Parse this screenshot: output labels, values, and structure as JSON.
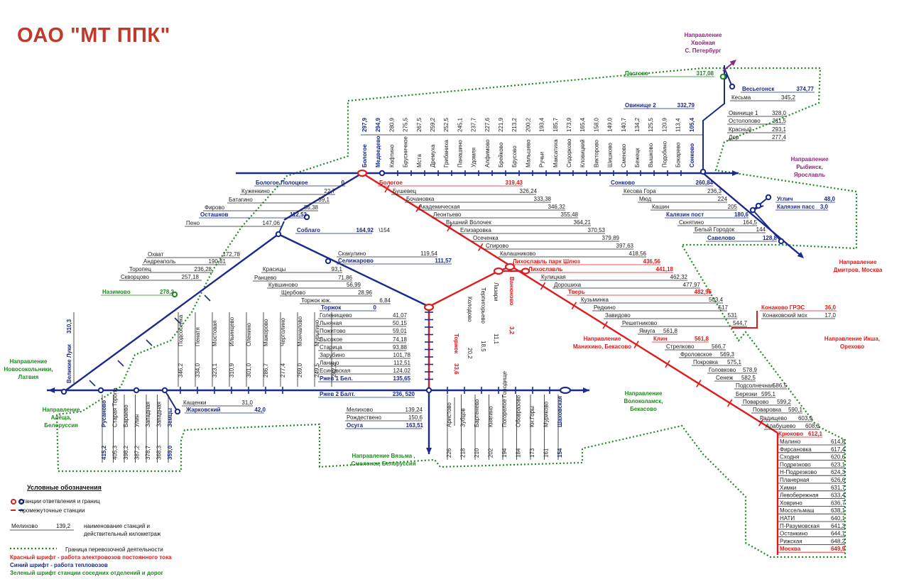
{
  "brand": "ОАО \"МТ ППК\"",
  "colors": {
    "blue": "#1a2a8a",
    "red": "#e01b1b",
    "green": "#1f8a1f",
    "purple": "#8b2a7a",
    "dark": "#222222"
  },
  "icons": {
    "station-node": "circle-icon",
    "junction": "red-ring-icon"
  },
  "directions": [
    {
      "id": "khvoynaya",
      "lines": [
        "Направление",
        "Хвойная",
        "С. Петербург"
      ]
    },
    {
      "id": "rybinsk",
      "lines": [
        "Направление",
        "Рыбинск,",
        "Ярославль"
      ]
    },
    {
      "id": "dmitrov",
      "lines": [
        "Направление",
        "Дмитров, Москва"
      ]
    },
    {
      "id": "iksha",
      "lines": [
        "Направление Икша,",
        "Орехово"
      ]
    },
    {
      "id": "manikhino",
      "lines": [
        "Направление",
        "Манихино, Бекасово"
      ]
    },
    {
      "id": "volokolamsk",
      "lines": [
        "Направление",
        "Волоколамск,",
        "Бекасово"
      ]
    },
    {
      "id": "vyazma",
      "lines": [
        "Направление Вязьма ,",
        "Смоленск, Белоруссия"
      ]
    },
    {
      "id": "novosokolniki",
      "lines": [
        "Направление",
        "Новосокольники,",
        "Латвия"
      ]
    },
    {
      "id": "alesha",
      "lines": [
        "Направление",
        "Алёща,",
        "Белоруссия"
      ]
    }
  ],
  "stations": [
    {
      "id": "pestovo",
      "name": "Пестово",
      "km": "317,08",
      "color": "green"
    },
    {
      "id": "vesegonsk",
      "name": "Весьегонск",
      "km": "374,77",
      "color": "blue"
    },
    {
      "id": "kesma",
      "name": "Кесьма",
      "km": "345,2",
      "color": "dark"
    },
    {
      "id": "ovinishche2",
      "name": "Овинище 2",
      "km": "332,79",
      "color": "blue"
    },
    {
      "id": "ovinishche1",
      "name": "Овинище 1",
      "km": "328,0",
      "color": "dark"
    },
    {
      "id": "ostolopovo",
      "name": "Остолопово",
      "km": "311,5",
      "color": "dark"
    },
    {
      "id": "krasny",
      "name": "Красный",
      "km": "293,1",
      "color": "dark"
    },
    {
      "id": "dor",
      "name": "Дор",
      "km": "277,4",
      "color": "dark"
    },
    {
      "id": "bologoe-polotskoe",
      "name": "Бологое Полоцкое",
      "km": "0",
      "color": "blue"
    },
    {
      "id": "kuzhenkino",
      "name": "Куженкино",
      "km": "22,7",
      "color": "dark"
    },
    {
      "id": "bataevo",
      "name": "Батагино",
      "km": "39,1",
      "color": "dark"
    },
    {
      "id": "firovo",
      "name": "Фирово",
      "km": "56,38",
      "color": "dark"
    },
    {
      "id": "ostashkov",
      "name": "Осташков",
      "km": "112,53",
      "color": "blue"
    },
    {
      "id": "peno",
      "name": "Пено",
      "km": "147,06",
      "color": "dark"
    },
    {
      "id": "soblago",
      "name": "Соблаго",
      "km": "164,92",
      "color": "blue"
    },
    {
      "id": "km154",
      "name": "",
      "km": "\\154",
      "color": "dark"
    },
    {
      "id": "okhvat",
      "name": "Охват",
      "km": "172,78",
      "color": "dark"
    },
    {
      "id": "andreapol",
      "name": "Андреаполь",
      "km": "190,61",
      "color": "dark"
    },
    {
      "id": "toropets",
      "name": "Торопец",
      "km": "236,28",
      "color": "dark"
    },
    {
      "id": "skvortsovo",
      "name": "Скворцово",
      "km": "257,18",
      "color": "dark"
    },
    {
      "id": "nazimovo",
      "name": "Назимово",
      "km": "278,2",
      "color": "green"
    },
    {
      "id": "skakulino",
      "name": "Скакулино",
      "km": "119,54",
      "color": "dark"
    },
    {
      "id": "selizharovo",
      "name": "Селижарово",
      "km": "111,57",
      "color": "blue"
    },
    {
      "id": "krasitsy",
      "name": "Красицы",
      "km": "93,1",
      "color": "dark"
    },
    {
      "id": "rantsevo",
      "name": "Ранцево",
      "km": "71,86",
      "color": "dark"
    },
    {
      "id": "kuvshinovo",
      "name": "Кувшиново",
      "km": "56,99",
      "color": "dark"
    },
    {
      "id": "shcherbovo",
      "name": "Щербово",
      "km": "28,96",
      "color": "dark"
    },
    {
      "id": "torzhok-yuzh",
      "name": "Торжок юж.",
      "km": "6,84",
      "color": "dark"
    },
    {
      "id": "torzhok",
      "name": "Торжок",
      "km": "0",
      "color": "blue"
    },
    {
      "id": "golenishchevo",
      "name": "Голенищево",
      "km": "41,07",
      "color": "dark"
    },
    {
      "id": "lyanaya",
      "name": "Льняная",
      "km": "50,15",
      "color": "dark"
    },
    {
      "id": "pozhitovo",
      "name": "Пожитово",
      "km": "59,01",
      "color": "dark"
    },
    {
      "id": "vysokoe",
      "name": "Высокое",
      "km": "74,18",
      "color": "dark"
    },
    {
      "id": "staritsa",
      "name": "Старица",
      "km": "93,88",
      "color": "dark"
    },
    {
      "id": "zarubino",
      "name": "Зарубино",
      "km": "101,78",
      "color": "dark"
    },
    {
      "id": "lanino",
      "name": "Ланино",
      "km": "112,51",
      "color": "dark"
    },
    {
      "id": "esinovskaya",
      "name": "Есиновская",
      "km": "124,02",
      "color": "dark"
    },
    {
      "id": "rzhev1",
      "name": "Ржев 1 Бел.",
      "km": "135,65",
      "color": "blue"
    },
    {
      "id": "rzhev2",
      "name": "Ржев 2 Балт.",
      "km": "236, 520",
      "color": "blue"
    },
    {
      "id": "meshkovo",
      "name": "Мелихово",
      "km": "139,24",
      "color": "dark"
    },
    {
      "id": "rozhdestveno",
      "name": "Рождествено",
      "km": "150,6",
      "color": "dark"
    },
    {
      "id": "osuga",
      "name": "Осуга",
      "km": "163,51",
      "color": "blue"
    },
    {
      "id": "kashchenki",
      "name": "Кащенки",
      "km": "31,0",
      "color": "dark"
    },
    {
      "id": "zharkovsky",
      "name": "Жарковский",
      "km": "42,0",
      "color": "blue"
    },
    {
      "id": "bologoe",
      "name": "Бологое",
      "km": "319,43",
      "color": "red"
    },
    {
      "id": "bushevets",
      "name": "Бушевец",
      "km": "326,24",
      "color": "dark"
    },
    {
      "id": "bochanovka",
      "name": "Бочановка",
      "km": "333,38",
      "color": "dark"
    },
    {
      "id": "akademicheskaya",
      "name": "Академическая",
      "km": "346,32",
      "color": "dark"
    },
    {
      "id": "leontyevo",
      "name": "Леонтьево",
      "km": "355,48",
      "color": "dark"
    },
    {
      "id": "vvolochek",
      "name": "Вышний Волочек",
      "km": "364,21",
      "color": "dark"
    },
    {
      "id": "elizarovka",
      "name": "Елизаровка",
      "km": "370,53",
      "color": "dark"
    },
    {
      "id": "osechenka",
      "name": "Осеченка",
      "km": "379,89",
      "color": "dark"
    },
    {
      "id": "spirovo",
      "name": "Спирово",
      "km": "397,63",
      "color": "dark"
    },
    {
      "id": "kalashnikovo",
      "name": "Калашниково",
      "km": "418,56",
      "color": "dark"
    },
    {
      "id": "likh-shluz",
      "name": "Лихославль парк Шлюз",
      "km": "436,56",
      "color": "red"
    },
    {
      "id": "likhoslavl",
      "name": "Лихославль",
      "km": "441,18",
      "color": "red"
    },
    {
      "id": "kulitskaya",
      "name": "Кулицкая",
      "km": "462,32",
      "color": "dark"
    },
    {
      "id": "doroshikha",
      "name": "Дорошиха",
      "km": "477,97",
      "color": "dark"
    },
    {
      "id": "tver",
      "name": "Тверь",
      "km": "482,95",
      "color": "red"
    },
    {
      "id": "kuzminka",
      "name": "Кузьминка",
      "km": "503,4",
      "color": "dark"
    },
    {
      "id": "redkino",
      "name": "Редкино",
      "km": "517",
      "color": "dark"
    },
    {
      "id": "zavidovo",
      "name": "Завидово",
      "km": "531",
      "color": "dark"
    },
    {
      "id": "reshetnikovo",
      "name": "Решетниково",
      "km": "544,7",
      "color": "dark"
    },
    {
      "id": "yamuga",
      "name": "Ямуга",
      "km": "561,8",
      "color": "dark"
    },
    {
      "id": "klin",
      "name": "Клин",
      "km": "561,8",
      "color": "red"
    },
    {
      "id": "strelkovo",
      "name": "Стрелково",
      "km": "566,7",
      "color": "dark"
    },
    {
      "id": "frolovskoe",
      "name": "Фроловское",
      "km": "569,3",
      "color": "dark"
    },
    {
      "id": "pokrovka",
      "name": "Покровка",
      "km": "575,1",
      "color": "dark"
    },
    {
      "id": "golovkovo",
      "name": "Головково",
      "km": "578,9",
      "color": "dark"
    },
    {
      "id": "senezh",
      "name": "Сенеж",
      "km": "582,5",
      "color": "dark"
    },
    {
      "id": "podsolnechnaya",
      "name": "Подсолнечная",
      "km": "586,5",
      "color": "dark"
    },
    {
      "id": "berezki",
      "name": "Березки",
      "km": "595,1",
      "color": "dark"
    },
    {
      "id": "povarovo2",
      "name": "Поварово",
      "km": "599,2",
      "color": "dark"
    },
    {
      "id": "povarovka",
      "name": "Поваровка",
      "km": "590,1",
      "color": "dark"
    },
    {
      "id": "radishchevo",
      "name": "Радищево",
      "km": "603,9",
      "color": "dark"
    },
    {
      "id": "alabushevo",
      "name": "Алабушево",
      "km": "608,3",
      "color": "dark"
    },
    {
      "id": "kryukovo",
      "name": "Крюково",
      "km": "612,1",
      "color": "red"
    },
    {
      "id": "konakovo-gres",
      "name": "Конаково ГРЭС",
      "km": "36,0",
      "color": "red"
    },
    {
      "id": "konakovo-mokh",
      "name": "Конаковский мох",
      "km": "17,0",
      "color": "dark"
    },
    {
      "id": "sonkovo",
      "name": "Сонково",
      "km": "260,84",
      "color": "blue"
    },
    {
      "id": "kesova-gora",
      "name": "Кесова Гора",
      "km": "236,3",
      "color": "dark"
    },
    {
      "id": "myud",
      "name": "Мюд",
      "km": "224",
      "color": "dark"
    },
    {
      "id": "kashin",
      "name": "Кашин",
      "km": "205",
      "color": "dark"
    },
    {
      "id": "kalyazin-post",
      "name": "Калязин пост",
      "km": "180,6",
      "color": "blue"
    },
    {
      "id": "sknyatino",
      "name": "Скнятино",
      "km": "164,5",
      "color": "dark"
    },
    {
      "id": "bely-gorodok",
      "name": "Белый Городок",
      "km": "144",
      "color": "dark"
    },
    {
      "id": "savelovo",
      "name": "Савелово",
      "km": "128,8",
      "color": "blue"
    },
    {
      "id": "uglich",
      "name": "Углич",
      "km": "48,0",
      "color": "blue"
    },
    {
      "id": "kalyazin-pass",
      "name": "Калязин пасс",
      "km": "3,0",
      "color": "blue"
    }
  ],
  "moscow_stations": [
    {
      "name": "Малино",
      "km": "614,8",
      "color": "dark"
    },
    {
      "name": "Фирсановка",
      "km": "617,4",
      "color": "dark"
    },
    {
      "name": "Сходня",
      "km": "620,6",
      "color": "dark"
    },
    {
      "name": "Подрезково",
      "km": "623,1",
      "color": "dark"
    },
    {
      "name": "Н-Подрезково",
      "km": "624,3",
      "color": "dark"
    },
    {
      "name": "Планерная",
      "km": "626,6",
      "color": "dark"
    },
    {
      "name": "Химки",
      "km": "631,7",
      "color": "dark"
    },
    {
      "name": "Левобережная",
      "km": "633,4",
      "color": "dark"
    },
    {
      "name": "Ховрино",
      "km": "636,7",
      "color": "dark"
    },
    {
      "name": "Моссельмаш",
      "km": "638,1",
      "color": "dark"
    },
    {
      "name": "НАТИ",
      "km": "640,1",
      "color": "dark"
    },
    {
      "name": "П-Разумовская",
      "km": "641,3",
      "color": "dark"
    },
    {
      "name": "Останкино",
      "km": "644,1",
      "color": "dark"
    },
    {
      "name": "Рижская",
      "km": "648,2",
      "color": "dark"
    },
    {
      "name": "Москва",
      "km": "649,9",
      "color": "red"
    }
  ],
  "vertical_north": [
    {
      "name": "Бологое",
      "km": "297,9",
      "color": "blue"
    },
    {
      "name": "Медведево",
      "km": "294,9",
      "color": "blue"
    },
    {
      "name": "Кафтино",
      "km": "280,9",
      "color": "dark"
    },
    {
      "name": "Брусничное",
      "km": "275,5",
      "color": "dark"
    },
    {
      "name": "Мста",
      "km": "267,5",
      "color": "dark"
    },
    {
      "name": "Дремуха",
      "km": "259,2",
      "color": "dark"
    },
    {
      "name": "Грибаниха",
      "km": "252,5",
      "color": "dark"
    },
    {
      "name": "Панашино",
      "km": "245,1",
      "color": "dark"
    },
    {
      "name": "Удомля",
      "km": "237,7",
      "color": "dark"
    },
    {
      "name": "Алфимово",
      "km": "227,6",
      "color": "dark"
    },
    {
      "name": "Брейково",
      "km": "221,9",
      "color": "dark"
    },
    {
      "name": "Брусово",
      "km": "213,2",
      "color": "dark"
    },
    {
      "name": "Мальшево",
      "km": "200,2",
      "color": "dark"
    },
    {
      "name": "Ручьи",
      "km": "193,4",
      "color": "dark"
    },
    {
      "name": "Максатиха",
      "km": "185,7",
      "color": "dark"
    },
    {
      "name": "Сидорково",
      "km": "173,9",
      "color": "dark"
    },
    {
      "name": "Кловицкий",
      "km": "165,4",
      "color": "dark"
    },
    {
      "name": "Викторово",
      "km": "158,0",
      "color": "dark"
    },
    {
      "name": "Шишково",
      "km": "149,0",
      "color": "dark"
    },
    {
      "name": "Сменово",
      "km": "140,7",
      "color": "dark"
    },
    {
      "name": "Бежецк",
      "km": "134,2",
      "color": "dark"
    },
    {
      "name": "Вышково",
      "km": "125,5",
      "color": "dark"
    },
    {
      "name": "Подобино",
      "km": "120,9",
      "color": "dark"
    },
    {
      "name": "Бокарево",
      "km": "113,4",
      "color": "dark"
    },
    {
      "name": "Сонково",
      "km": "105,4",
      "color": "blue"
    }
  ],
  "vertical_west": [
    {
      "name": "Подсосенка",
      "km": "346,2"
    },
    {
      "name": "Пенатя",
      "km": "334,0"
    },
    {
      "name": "Мостовая",
      "km": "323,1"
    },
    {
      "name": "Ильинцево",
      "km": "310,9"
    },
    {
      "name": "Оленино",
      "km": "301,0"
    },
    {
      "name": "Мажорово",
      "km": "286,7"
    },
    {
      "name": "Чертолино",
      "km": "277,4"
    },
    {
      "name": "Мончалово",
      "km": "269,0"
    },
    {
      "name": "Мурыгино",
      "km": "249,5"
    },
    {
      "name": "",
      "km": "242,2"
    }
  ],
  "vertical_southwest": [
    {
      "name": "Русаново",
      "km": "415,2",
      "color": "blue"
    },
    {
      "name": "Старая Торопа",
      "km": "405,3",
      "color": "dark"
    },
    {
      "name": "Бараево",
      "km": "398,2",
      "color": "dark"
    },
    {
      "name": "Улин",
      "km": "387,2",
      "color": "dark"
    },
    {
      "name": "Западная",
      "km": "378,7",
      "color": "dark"
    },
    {
      "name": "Западная",
      "km": "368,3",
      "color": "dark"
    },
    {
      "name": "Земцы",
      "km": "359,0",
      "color": "blue"
    }
  ],
  "vertical_south": [
    {
      "name": "Аристово",
      "km": "226",
      "color": "dark"
    },
    {
      "name": "Зубцов",
      "km": "218",
      "color": "dark"
    },
    {
      "name": "Бартенево",
      "km": "210",
      "color": "dark"
    },
    {
      "name": "Княгино",
      "km": "202",
      "color": "dark"
    },
    {
      "name": "Погорелое Городище",
      "km": "194",
      "color": "dark"
    },
    {
      "name": "Обовразово",
      "km": "184",
      "color": "dark"
    },
    {
      "name": "Кн.Горы",
      "km": "173",
      "color": "dark"
    },
    {
      "name": "Муриково",
      "km": "161",
      "color": "dark"
    },
    {
      "name": "Шаховская",
      "km": "154",
      "color": "blue"
    }
  ],
  "vertical_misc": [
    {
      "id": "velikie-luki",
      "name": "Великие Луки",
      "km": "310,3",
      "color": "blue"
    },
    {
      "id": "torzhok-red",
      "name": "Торжок",
      "km": "33,6",
      "color": "red"
    },
    {
      "id": "vanyukovo",
      "name": "Ванюково",
      "km": "3,2",
      "color": "red"
    },
    {
      "id": "koltsovo",
      "name": "Колодово",
      "km": "20,2",
      "color": "dark"
    },
    {
      "id": "terpigorevo",
      "name": "Терпигорьево",
      "km": "18,5",
      "color": "dark"
    },
    {
      "id": "lazavy",
      "name": "Лазари",
      "km": "11,1",
      "color": "dark"
    }
  ],
  "legend": {
    "title": "Условные обозначения",
    "junction": "станции ответвления и границ",
    "intermediate": "промежуточные станции",
    "sample_name": "Мелихово",
    "sample_km": "139,2",
    "sample_desc1": "наименование станций и",
    "sample_desc2": "действительный километраж",
    "border": "Граница перевозочной деятельности",
    "red": "Красный шрифт - работа электровозов постоянного тока",
    "blue": "Синий шрифт - работа тепловозов",
    "green": "Зеленый шрифт станции соседних отделений и дорог"
  }
}
